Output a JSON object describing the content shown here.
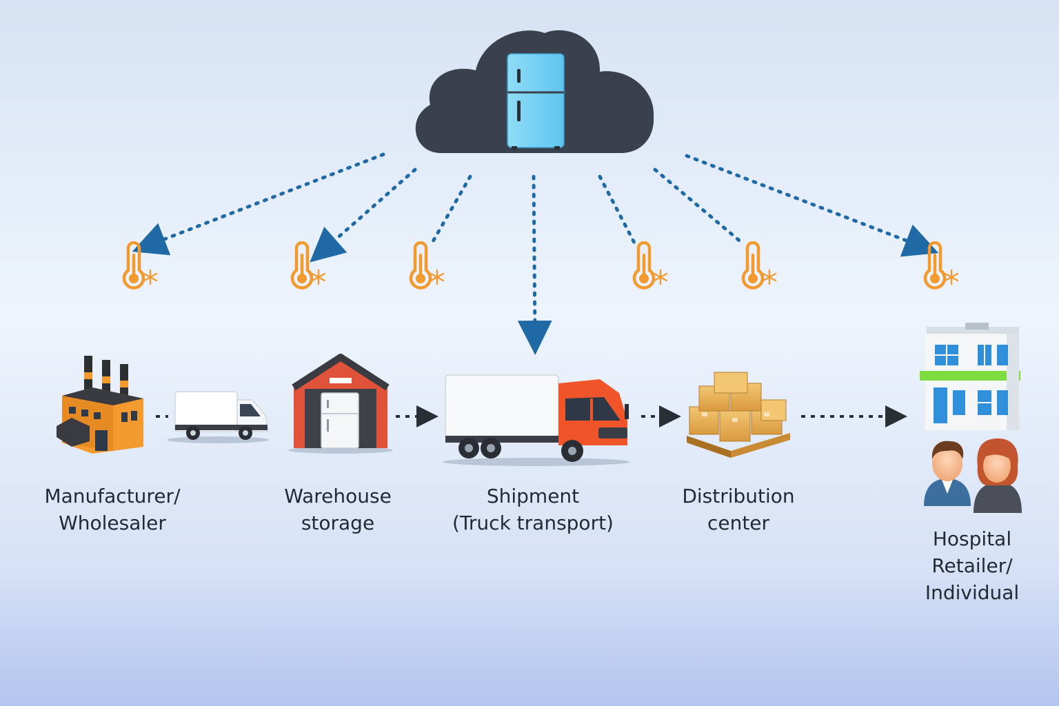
{
  "stages": [
    {
      "id": "manufacturer",
      "lines": [
        "Manufacturer/",
        "Wholesaler"
      ]
    },
    {
      "id": "warehouse",
      "lines": [
        "Warehouse",
        "storage"
      ]
    },
    {
      "id": "shipment",
      "lines": [
        "Shipment",
        "(Truck transport)"
      ]
    },
    {
      "id": "distribution",
      "lines": [
        "Distribution",
        "center"
      ]
    },
    {
      "id": "endpoint",
      "lines": [
        "Hospital",
        "Retailer/",
        "Individual"
      ]
    }
  ],
  "icons": {
    "cloud": "cloud-icon",
    "refrigerator": "refrigerator-icon",
    "sensor": "thermometer-snowflake-icon",
    "factory": "factory-icon",
    "van": "delivery-van-icon",
    "warehouse": "warehouse-icon",
    "truck": "refrigerated-truck-icon",
    "boxes": "boxes-on-pallet-icon",
    "hospital": "hospital-building-icon",
    "people": "people-icon"
  },
  "colors": {
    "background_top": "#d6e3f4",
    "background_mid": "#eef4fc",
    "background_bottom": "#b3c5ee",
    "cloud": "#3a414c",
    "fridge": "#7dd6f5",
    "link_dots": "#1f6aa5",
    "sensor": "#f29a2e",
    "flow_arrows": "#2a2f36",
    "truck_cab": "#ef5528",
    "warehouse_roof": "#e0523a",
    "boxes": "#e8b35a",
    "hospital_stripe": "#7ddc3e"
  }
}
